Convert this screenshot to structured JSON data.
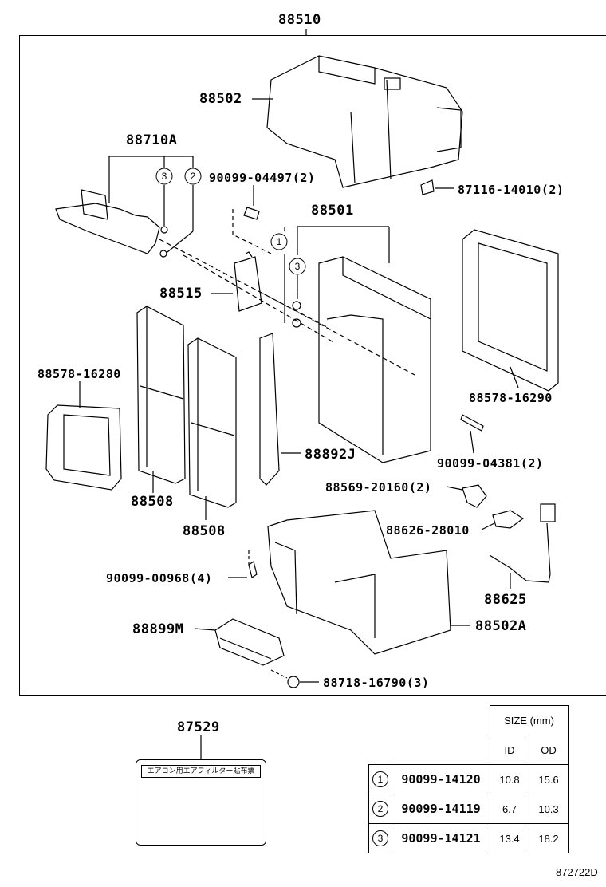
{
  "labels": {
    "assembly": "88510",
    "case_upper": "88502",
    "tube": "88710A",
    "bolt_upper": "90099-04497(2)",
    "clip_upper": "87116-14010(2)",
    "evaporator": "88501",
    "expansion_valve": "88515",
    "seal_left": "88578-16280",
    "seal_right": "88578-16290",
    "bolt_right": "90099-04381(2)",
    "filter_a": "88508",
    "filter_b": "88508",
    "cover": "88892J",
    "clip_b": "88569-20160(2)",
    "thermistor_clip": "88626-28010",
    "thermistor": "88625",
    "screw_left": "90099-00968(4)",
    "case_lower": "88502A",
    "amplifier": "88899M",
    "screw_lower": "88718-16790(3)",
    "caution_label": "87529"
  },
  "callouts": {
    "c1": "1",
    "c2": "2",
    "c3": "3"
  },
  "caution_card_title": "エアコン用エアフィルター貼布票",
  "size_table": {
    "header": "SIZE (mm)",
    "col_id": "ID",
    "col_od": "OD",
    "rows": [
      {
        "num": "1",
        "part": "90099-14120",
        "id": "10.8",
        "od": "15.6"
      },
      {
        "num": "2",
        "part": "90099-14119",
        "id": "6.7",
        "od": "10.3"
      },
      {
        "num": "3",
        "part": "90099-14121",
        "id": "13.4",
        "od": "18.2"
      }
    ]
  },
  "diagram_code": "872722D"
}
